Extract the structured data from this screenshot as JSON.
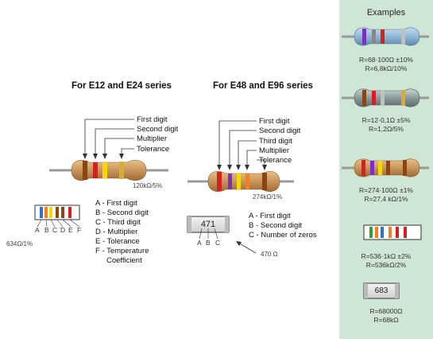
{
  "left": {
    "heading": "For E12 and E24 series",
    "callouts": [
      "First digit",
      "Second digit",
      "Multiplier",
      "Tolerance"
    ],
    "resistor_value": "120kΩ/5%",
    "strip_letters": [
      "A",
      "B",
      "C",
      "D",
      "E",
      "F"
    ],
    "strip_value": "634Ω/1%",
    "legend": [
      "A - First digit",
      "B - Second digit",
      "C - Third digit",
      "D - Multiplier",
      "E - Tolerance",
      "F - Temperature",
      "Coefficient"
    ]
  },
  "middle": {
    "heading": "For E48 and E96 series",
    "callouts": [
      "First digit",
      "Second digit",
      "Third digit",
      "Multiplier",
      "Tolerance"
    ],
    "resistor_value": "274kΩ/1%",
    "smd_code": "471",
    "smd_letters": [
      "A",
      "B",
      "C"
    ],
    "smd_legend": [
      "A - First digit",
      "B - Second digit",
      "C - Number of zeros"
    ],
    "smd_value": "470 Ω"
  },
  "examples": {
    "title": "Examples",
    "items": [
      {
        "line1": "R=68·100Ω ±10%",
        "line2": "R=6,8kΩ/10%"
      },
      {
        "line1": "R=12·0,1Ω ±5%",
        "line2": "R=1,2Ω/5%"
      },
      {
        "line1": "R=274·100Ω ±1%",
        "line2": "R=27,4 kΩ/1%"
      },
      {
        "line1": "R=536·1kΩ ±2%",
        "line2": "R=536kΩ/2%"
      },
      {
        "line1": "R=68000Ω",
        "line2": "R=68kΩ"
      }
    ],
    "smd_code": "683"
  },
  "colors": {
    "panel": "#cfe6d4",
    "body_tan": "#c8955a",
    "body_gray": "#8a9a9a",
    "body_blue": "#8fb6d8",
    "brown": "#8b4513",
    "red": "#d42020",
    "orange": "#f08020",
    "yellow": "#f2d800",
    "gold": "#d4af37",
    "silver": "#c0c0c0",
    "violet": "#7b2fbe",
    "blue": "#2f6fd6",
    "green": "#2e9e3e",
    "gray": "#888888",
    "white": "#ffffff",
    "black": "#111111"
  }
}
